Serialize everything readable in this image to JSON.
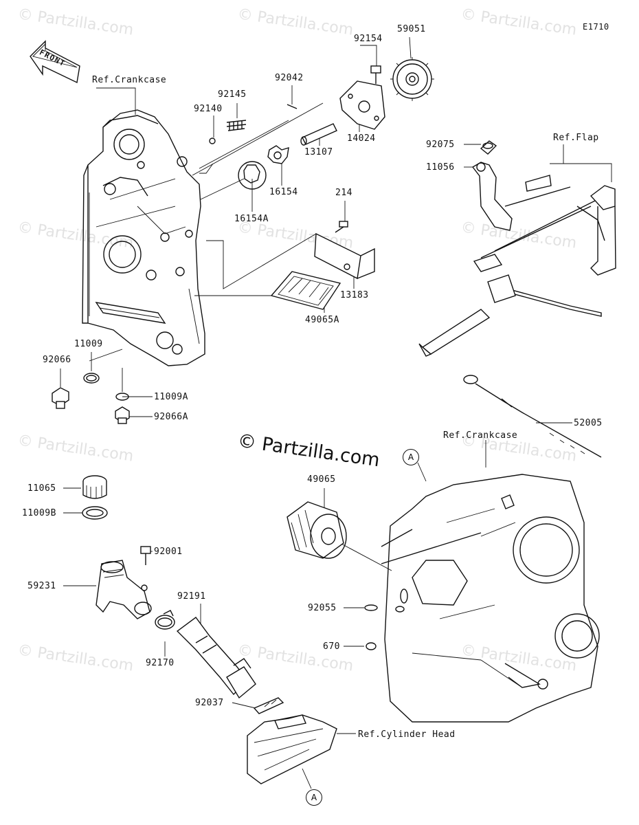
{
  "diagram_code": "E1710",
  "front_arrow_label": "FRONT",
  "watermark": "© Partzilla.com",
  "watermark_tiled": "© Partzilla.com",
  "section_marker": "A",
  "references": {
    "crankcase_top": "Ref.Crankcase",
    "crankcase_bottom": "Ref.Crankcase",
    "flap": "Ref.Flap",
    "cylinder_head": "Ref.Cylinder Head"
  },
  "parts": {
    "p92154": "92154",
    "p59051": "59051",
    "p92042": "92042",
    "p92145": "92145",
    "p92140": "92140",
    "p13107": "13107",
    "p14024": "14024",
    "p16154": "16154",
    "p16154A": "16154A",
    "p214": "214",
    "p13183": "13183",
    "p49065A": "49065A",
    "p92075": "92075",
    "p11056": "11056",
    "p11009": "11009",
    "p92066": "92066",
    "p11009A": "11009A",
    "p92066A": "92066A",
    "p52005": "52005",
    "p49065": "49065",
    "p11065": "11065",
    "p11009B": "11009B",
    "p92001": "92001",
    "p59231": "59231",
    "p92191": "92191",
    "p92170": "92170",
    "p92055": "92055",
    "p670": "670",
    "p92037": "92037"
  }
}
